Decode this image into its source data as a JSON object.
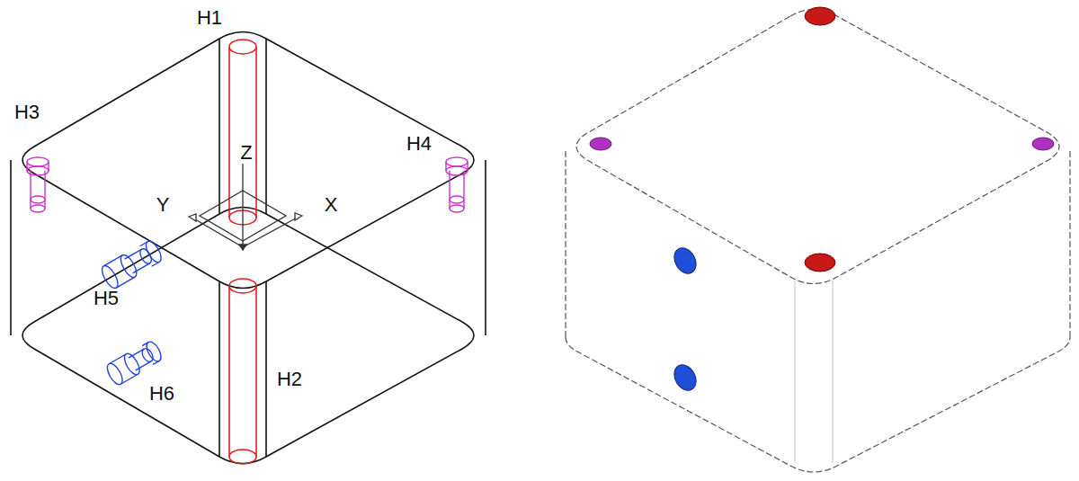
{
  "diagram": {
    "labels": [
      "H1",
      "H3",
      "H4",
      "Z",
      "Y",
      "X",
      "H5",
      "H6",
      "H2"
    ]
  }
}
